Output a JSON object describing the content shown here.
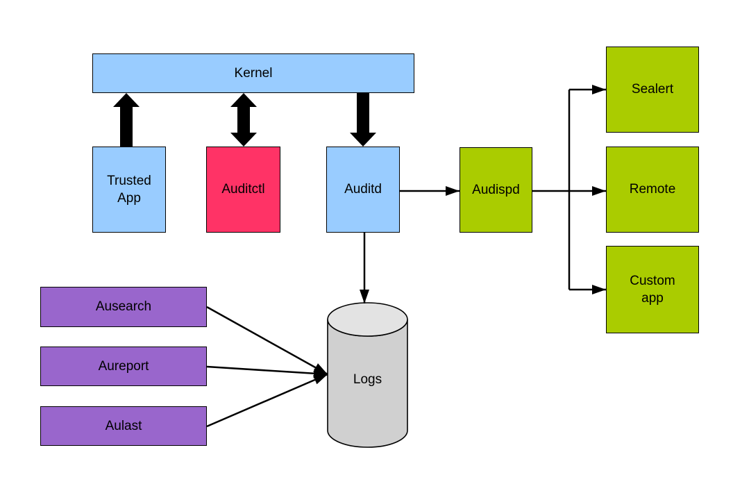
{
  "diagram": {
    "nodes": {
      "kernel": {
        "label": "Kernel",
        "fill": "#99CCFF"
      },
      "trusted_app": {
        "label": "Trusted\nApp",
        "fill": "#99CCFF"
      },
      "auditctl": {
        "label": "Auditctl",
        "fill": "#FF3366"
      },
      "auditd": {
        "label": "Auditd",
        "fill": "#99CCFF"
      },
      "audispd": {
        "label": "Audispd",
        "fill": "#AACC00"
      },
      "sealert": {
        "label": "Sealert",
        "fill": "#AACC00"
      },
      "remote": {
        "label": "Remote",
        "fill": "#AACC00"
      },
      "custom_app": {
        "label": "Custom\napp",
        "fill": "#AACC00"
      },
      "ausearch": {
        "label": "Ausearch",
        "fill": "#9966CC"
      },
      "aureport": {
        "label": "Aureport",
        "fill": "#9966CC"
      },
      "aulast": {
        "label": "Aulast",
        "fill": "#9966CC"
      },
      "logs": {
        "label": "Logs",
        "fill": "#D0D0D0",
        "top_fill": "#E3E3E3"
      }
    },
    "edges": [
      {
        "from": "trusted_app",
        "to": "kernel",
        "style": "block-arrow",
        "direction": "up"
      },
      {
        "from": "kernel",
        "to": "auditctl",
        "style": "block-arrow",
        "direction": "both"
      },
      {
        "from": "kernel",
        "to": "auditd",
        "style": "block-arrow",
        "direction": "down"
      },
      {
        "from": "auditd",
        "to": "audispd",
        "style": "line-arrow"
      },
      {
        "from": "audispd",
        "to": "sealert",
        "style": "line-arrow"
      },
      {
        "from": "audispd",
        "to": "remote",
        "style": "line-arrow"
      },
      {
        "from": "audispd",
        "to": "custom_app",
        "style": "line-arrow"
      },
      {
        "from": "auditd",
        "to": "logs",
        "style": "line-arrow"
      },
      {
        "from": "ausearch",
        "to": "logs",
        "style": "line-arrow"
      },
      {
        "from": "aureport",
        "to": "logs",
        "style": "line-arrow"
      },
      {
        "from": "aulast",
        "to": "logs",
        "style": "line-arrow"
      }
    ],
    "colors": {
      "background": "#FFFFFF",
      "border": "#000000",
      "arrow": "#000000",
      "text": "#000000"
    }
  }
}
